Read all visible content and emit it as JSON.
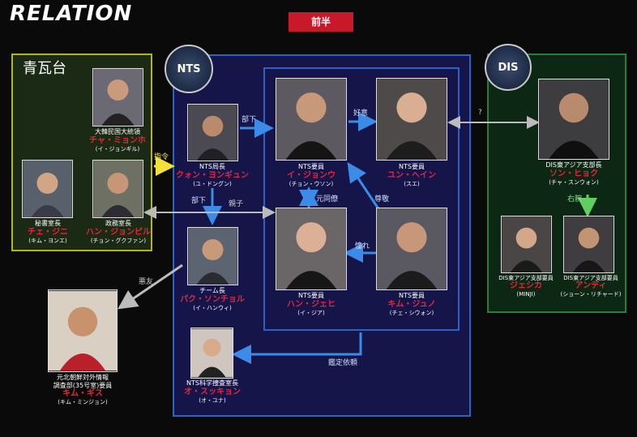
{
  "header": {
    "title": "RELATION",
    "badge": "前半"
  },
  "groups": {
    "blue_house": {
      "label": "青瓦台"
    },
    "nts": {
      "logo_text": "NTS"
    },
    "dis": {
      "logo_text": "DIS"
    }
  },
  "people": {
    "cha": {
      "role": "大韓民国大統領",
      "name": "チャ・ミョンホ",
      "actor": "(イ・ジョンギル)"
    },
    "chae": {
      "role": "秘書室長",
      "name": "チェ・ジニ",
      "actor": "(キム・ヨンエ)"
    },
    "han_joo": {
      "role": "政務室長",
      "name": "ハン・ジョンピル",
      "actor": "(チョン・グクファン)"
    },
    "kwon": {
      "role": "NTS局長",
      "name": "クォン・ヨンギュン",
      "actor": "(ユ・ドングン)"
    },
    "park": {
      "role": "チーム長",
      "name": "パク・ソンチョル",
      "actor": "(イ・ハンウィ)"
    },
    "kim_gisu": {
      "role": "元北朝鮮対外情報\n調査部(35号室)要員",
      "name": "キム・ギス",
      "actor": "(キム・ミンジョン)"
    },
    "oh": {
      "role": "NTS科学捜査室長",
      "name": "オ・スッキョン",
      "actor": "(オ・ユナ)"
    },
    "lee": {
      "role": "NTS要員",
      "name": "イ・ジョンウ",
      "actor": "(チョン・ウソン)"
    },
    "yoon": {
      "role": "NTS要員",
      "name": "ユン・ヘイン",
      "actor": "(スエ)"
    },
    "han_jh": {
      "role": "NTS要員",
      "name": "ハン・ジェヒ",
      "actor": "(イ・ジア)"
    },
    "kim_jn": {
      "role": "NTS要員",
      "name": "キム・ジュノ",
      "actor": "(チェ・シウォン)"
    },
    "son": {
      "role": "DIS東アジア支部長",
      "name": "ソン・ヒョク",
      "actor": "(チャ・スンウォン)"
    },
    "jessica": {
      "role": "DIS東アジア支部要員",
      "name": "ジェシカ",
      "actor": "(MINJI)"
    },
    "andy": {
      "role": "DIS東アジア支部要員",
      "name": "アンディ",
      "actor": "(ショーン・リチャード)"
    }
  },
  "relations": {
    "order": "指令",
    "subordinate1": "部下",
    "subordinate2": "部下",
    "parent_child": "親子",
    "crush": "好意",
    "unknown": "?",
    "former": "元同僚",
    "respect": "尊敬",
    "admire": "憧れ",
    "right_hand": "右腕",
    "bad_friend": "悪友",
    "analysis": "鑑定依頼"
  },
  "colors": {
    "accent_red": "#c8192b",
    "name_red": "#e3263a",
    "nts_blue": "#2a62c9",
    "blue_house_yellow": "#b4b41e",
    "dis_green": "#2a7d3a"
  }
}
